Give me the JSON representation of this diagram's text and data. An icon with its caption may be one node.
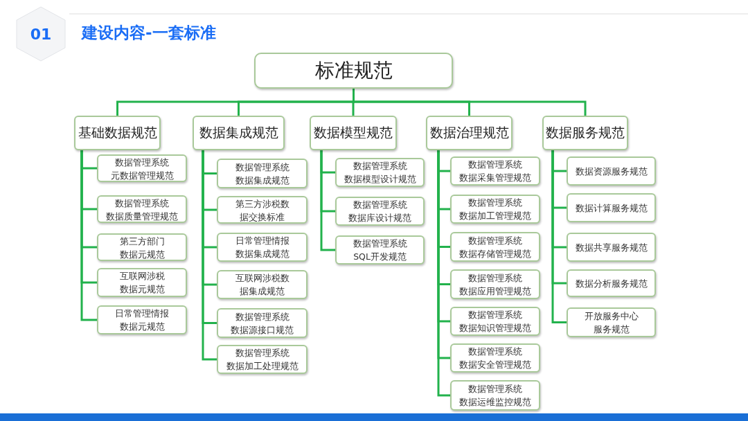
{
  "diagram": {
    "title": "建设内容-一套标准",
    "nodes": [
      {
        "text": [
          "01"
        ]
      },
      {
        "text": [
          "标准规范"
        ]
      },
      {
        "text": [
          "基础数据规范"
        ]
      },
      {
        "text": [
          "数据集成规范"
        ]
      },
      {
        "text": [
          "数据模型规范"
        ]
      },
      {
        "text": [
          "数据治理规范"
        ]
      },
      {
        "text": [
          "数据服务规范"
        ]
      },
      {
        "text": [
          "数据管理系统元数据管理规范"
        ]
      },
      {
        "text": [
          "数据管理系统数据质量管理规范"
        ]
      },
      {
        "text": [
          "第三方部门数据元规范"
        ]
      },
      {
        "text": [
          "互联网涉税数据元规范"
        ]
      },
      {
        "text": [
          "日常管理情报数据元规范"
        ]
      },
      {
        "text": [
          "数据管理系统数据集成规范"
        ]
      },
      {
        "text": [
          "第三方涉税数据交换标准"
        ]
      },
      {
        "text": [
          "日常管理情报数据集成规范"
        ]
      },
      {
        "text": [
          "互联网涉税数据集成规范"
        ]
      },
      {
        "text": [
          "数据管理系统数据源接口规范"
        ]
      },
      {
        "text": [
          "数据管理系统数据加工处理规范"
        ]
      },
      {
        "text": [
          "数据管理系统数据模型设计规范"
        ]
      },
      {
        "text": [
          "数据管理系统数据库设计规范"
        ]
      },
      {
        "text": [
          "数据管理系统SQL开发规范"
        ]
      },
      {
        "text": [
          "数据管理系统数据采集管理规范"
        ]
      },
      {
        "text": [
          "数据管理系统数据加工管理规范"
        ]
      },
      {
        "text": [
          "数据管理系统数据存储管理规范"
        ]
      },
      {
        "text": [
          "数据管理系统数据应用管理规范"
        ]
      },
      {
        "text": [
          "数据管理系统数据知识管理规范"
        ]
      },
      {
        "text": [
          "数据管理系统数据安全管理规范"
        ]
      },
      {
        "text": [
          "数据管理系统数据运维监控规范"
        ]
      },
      {
        "text": [
          "数据资源服务规范"
        ]
      },
      {
        "text": [
          "数据计算服务规范"
        ]
      },
      {
        "text": [
          "数据共享服务规范"
        ]
      },
      {
        "text": [
          "数据分析服务规范"
        ]
      },
      {
        "text": [
          "开放服务中心服务规范"
        ]
      }
    ],
    "edges": [
      {
        "from": 1,
        "to": 2,
        "arrow": "none"
      },
      {
        "from": 1,
        "to": 3,
        "arrow": "none"
      },
      {
        "from": 1,
        "to": 4,
        "arrow": "none"
      },
      {
        "from": 1,
        "to": 5,
        "arrow": "none"
      },
      {
        "from": 1,
        "to": 6,
        "arrow": "none"
      },
      {
        "from": 2,
        "to": 7,
        "arrow": "none"
      },
      {
        "from": 2,
        "to": 8,
        "arrow": "none"
      },
      {
        "from": 2,
        "to": 9,
        "arrow": "none"
      },
      {
        "from": 2,
        "to": 10,
        "arrow": "none"
      },
      {
        "from": 2,
        "to": 11,
        "arrow": "none"
      },
      {
        "from": 3,
        "to": 12,
        "arrow": "none"
      },
      {
        "from": 3,
        "to": 13,
        "arrow": "none"
      },
      {
        "from": 3,
        "to": 14,
        "arrow": "none"
      },
      {
        "from": 3,
        "to": 15,
        "arrow": "none"
      },
      {
        "from": 3,
        "to": 16,
        "arrow": "none"
      },
      {
        "from": 3,
        "to": 17,
        "arrow": "none"
      },
      {
        "from": 4,
        "to": 18,
        "arrow": "none"
      },
      {
        "from": 4,
        "to": 19,
        "arrow": "none"
      },
      {
        "from": 4,
        "to": 20,
        "arrow": "none"
      },
      {
        "from": 5,
        "to": 21,
        "arrow": "none"
      },
      {
        "from": 5,
        "to": 22,
        "arrow": "none"
      },
      {
        "from": 5,
        "to": 23,
        "arrow": "none"
      },
      {
        "from": 5,
        "to": 24,
        "arrow": "none"
      },
      {
        "from": 5,
        "to": 25,
        "arrow": "none"
      },
      {
        "from": 5,
        "to": 26,
        "arrow": "none"
      },
      {
        "from": 5,
        "to": 27,
        "arrow": "none"
      },
      {
        "from": 6,
        "to": 28,
        "arrow": "none"
      },
      {
        "from": 6,
        "to": 29,
        "arrow": "none"
      },
      {
        "from": 6,
        "to": 30,
        "arrow": "none"
      },
      {
        "from": 6,
        "to": 31,
        "arrow": "none"
      },
      {
        "from": 6,
        "to": 32,
        "arrow": "none"
      }
    ]
  }
}
